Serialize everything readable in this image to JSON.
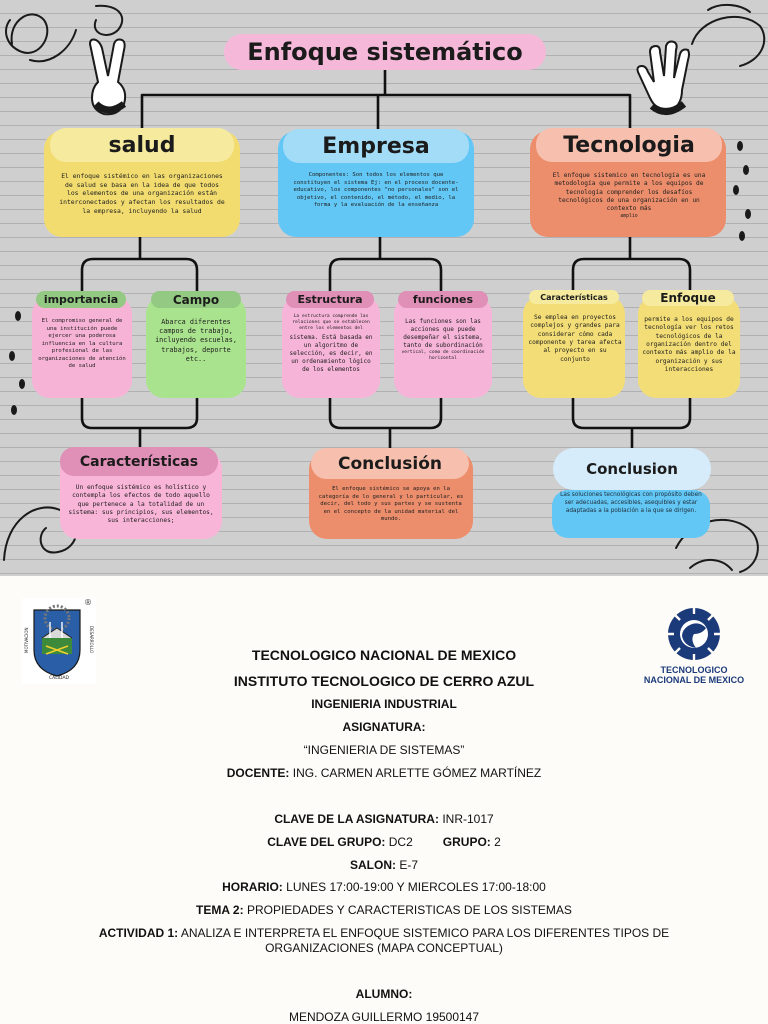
{
  "poster": {
    "title": "Enfoque sistemático",
    "columns": {
      "salud": {
        "heading": "salud",
        "description": "El enfoque sistémico en las organizaciones de salud se basa en la idea de que todos los elementos de una organización están interconectados y afectan los resultados de la empresa, incluyendo la salud",
        "children": {
          "importancia": {
            "label": "importancia",
            "description": "El compromiso general de una institución puede ejercer una poderosa influencia en la cultura profesional de las organizaciones de atención de salud"
          },
          "campo": {
            "label": "Campo",
            "description": "Abarca diferentes campos de trabajo, incluyendo escuelas, trabajos, deporte etc.."
          }
        },
        "bottom": {
          "label": "Características",
          "description": "Un enfoque sistémico es holístico y contempla los efectos de todo aquello que pertenece a la totalidad de un sistema: sus principios, sus elementos, sus interacciones;"
        }
      },
      "empresa": {
        "heading": "Empresa",
        "description": "Componentes: Son todos los elementos que constituyen el sistema Ej: en el proceso docente-educativo, los componentes \"no personales\" son el objetivo, el contenido, el método, el medio, la forma y la evaluación de la enseñanza",
        "children": {
          "estructura": {
            "label": "Estructura",
            "description_small": "La estructura comprende las relaciones que se establecen entre los elementos del",
            "description": "sistema. Está basada en un algoritmo de selección, es decir, en un ordenamiento lógico de los elementos"
          },
          "funciones": {
            "label": "funciones",
            "description": "Las funciones son las acciones que puede desempeñar el sistema, tanto de subordinación",
            "description_small": "vertical, como de coordinación horizontal"
          }
        },
        "bottom": {
          "label": "Conclusión",
          "description": "El enfoque sistémico se apoya en la categoría de lo general y lo particular, es decir, del todo y sus partes y se sustenta en el concepto de la unidad material del mundo."
        }
      },
      "tecnologia": {
        "heading": "Tecnologia",
        "description": "El enfoque sistemico en tecnología es una metodología que permite a los equipos de tecnología comprender los desafíos tecnológicos de una organización en un contexto más",
        "description_tail": "amplio",
        "children": {
          "caracteristicas": {
            "label": "Características",
            "description": "Se emplea en proyectos complejos y grandes para considerar cómo cada componente y tarea afecta al proyecto en su conjunto"
          },
          "enfoque": {
            "label": "Enfoque",
            "description": "permite a los equipos de tecnología ver los retos tecnológicos de la organización dentro del contexto más amplio de la organización y sus interacciones"
          }
        },
        "bottom": {
          "label": "Conclusion",
          "description": "Las soluciones tecnológicas con propósito deben ser adecuadas, accesibles, asequibles y estar adaptadas a la población a la que se dirigen."
        }
      }
    }
  },
  "document": {
    "logo_left": {
      "text_calidad": "CALIDAD",
      "text_desarrollo": "DESARROLLO",
      "text_motivacion": "MOTIVACION",
      "registered": "®"
    },
    "logo_right": {
      "line1": "TECNOLOGICO",
      "line2": "NACIONAL DE MEXICO"
    },
    "institution1": "TECNOLOGICO NACIONAL DE MEXICO",
    "institution2": "INSTITUTO TECNOLOGICO DE CERRO AZUL",
    "career": "INGENIERIA INDUSTRIAL",
    "subject_label": "ASIGNATURA:",
    "subject": "“INGENIERIA DE SISTEMAS”",
    "teacher_label": "DOCENTE:",
    "teacher": "ING. CARMEN ARLETTE GÓMEZ MARTÍNEZ",
    "key_label": "CLAVE DE LA ASIGNATURA:",
    "key": "INR-1017",
    "group_key_label": "CLAVE DEL GRUPO:",
    "group_key": "DC2",
    "group_label": "GRUPO:",
    "group": "2",
    "room_label": "SALON:",
    "room": "E-7",
    "schedule_label": "HORARIO:",
    "schedule": "LUNES 17:00-19:00 Y MIERCOLES 17:00-18:00",
    "topic_label": "TEMA 2:",
    "topic": "PROPIEDADES Y CARACTERISTICAS DE LOS SISTEMAS",
    "activity_label": "ACTIVIDAD 1:",
    "activity_line1": "ANALIZA E INTERPRETA EL ENFOQUE SISTEMICO PARA LOS DIFERENTES TIPOS DE",
    "activity_line2": "ORGANIZACIONES (MAPA CONCEPTUAL)",
    "student_label": "ALUMNO:",
    "student": "MENDOZA GUILLERMO 19500147"
  },
  "colors": {
    "pink": "#f6b8d9",
    "yellow": "#f2dc70",
    "blue": "#62c7f4",
    "salmon": "#ec8e6c",
    "green": "#a9e38e",
    "tecnm_blue": "#1b3a7a"
  }
}
